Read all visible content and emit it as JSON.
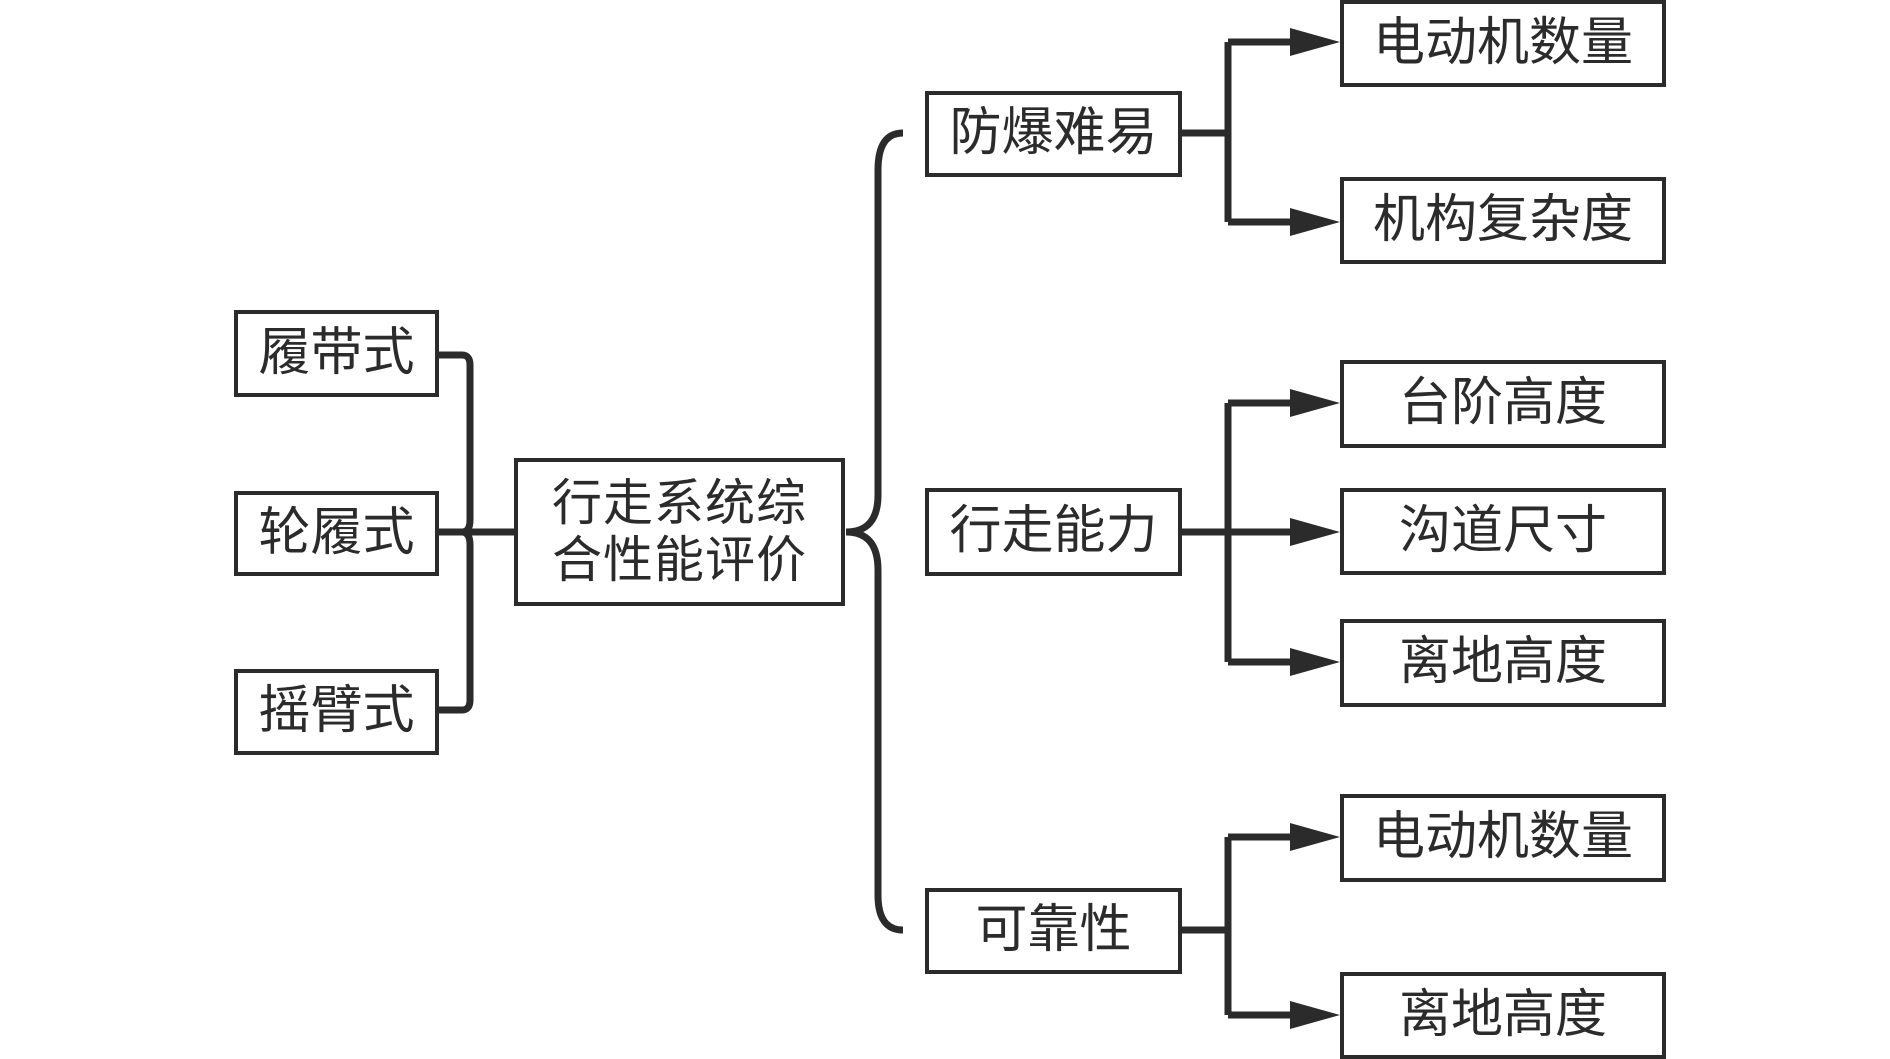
{
  "diagram": {
    "root": {
      "label_line1": "行走系统综",
      "label_line2": "合性能评价"
    },
    "inputs": [
      {
        "label": "履带式"
      },
      {
        "label": "轮履式"
      },
      {
        "label": "摇臂式"
      }
    ],
    "criteria": [
      {
        "label": "防爆难易",
        "children": [
          {
            "label": "电动机数量"
          },
          {
            "label": "机构复杂度"
          }
        ]
      },
      {
        "label": "行走能力",
        "children": [
          {
            "label": "台阶高度"
          },
          {
            "label": "沟道尺寸"
          },
          {
            "label": "离地高度"
          }
        ]
      },
      {
        "label": "可靠性",
        "children": [
          {
            "label": "电动机数量"
          },
          {
            "label": "离地高度"
          }
        ]
      }
    ],
    "colors": {
      "stroke": "#2b2b2b",
      "background": "#ffffff"
    }
  }
}
